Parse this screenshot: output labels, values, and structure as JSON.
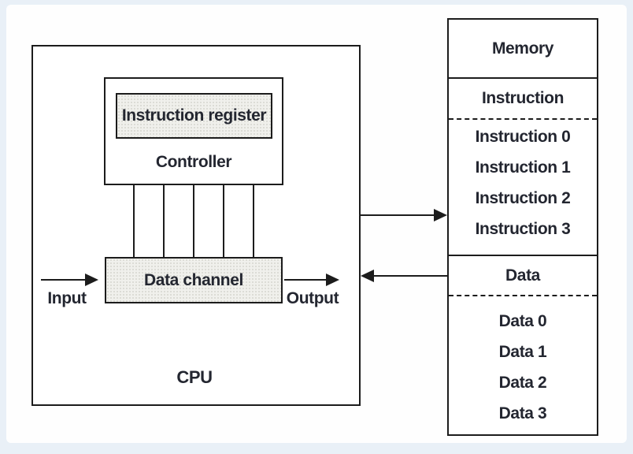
{
  "cpu": {
    "label": "CPU",
    "controller": {
      "label": "Controller",
      "instruction_register_label": "Instruction register"
    },
    "data_channel_label": "Data channel",
    "input_label": "Input",
    "output_label": "Output",
    "control_bus_line_count": 5
  },
  "memory": {
    "title": "Memory",
    "instruction_section": {
      "header": "Instruction",
      "items": [
        "Instruction 0",
        "Instruction 1",
        "Instruction 2",
        "Instruction 3"
      ]
    },
    "data_section": {
      "header": "Data",
      "items": [
        "Data 0",
        "Data 1",
        "Data 2",
        "Data 3"
      ]
    }
  },
  "arrows": {
    "cpu_to_memory": "right",
    "memory_to_cpu": "left"
  },
  "colors": {
    "line": "#1c1c1c",
    "text": "#232630",
    "stipple_fill": "#f0f0ec",
    "page_bg": "#fefefe",
    "frame_bg": "#e9f0f7"
  }
}
